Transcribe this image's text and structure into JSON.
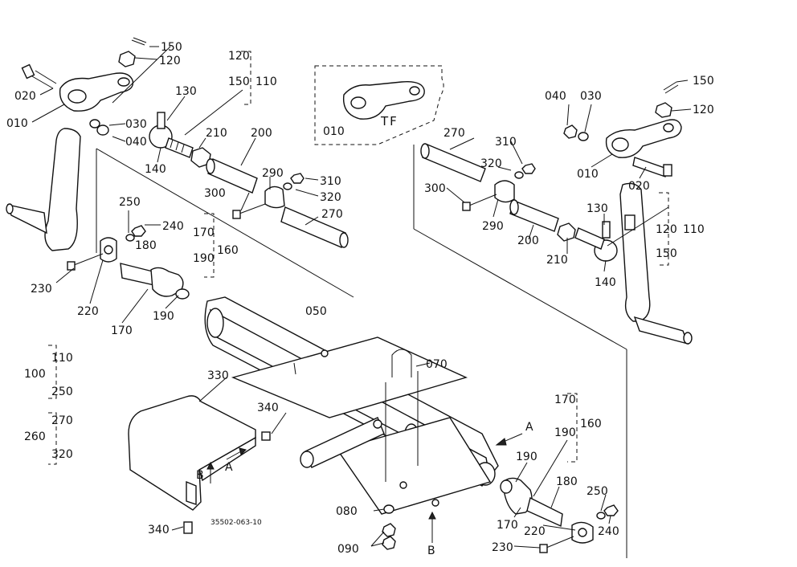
{
  "drawing_code": "35502-063-10",
  "variant_label": "TF",
  "view_markers": {
    "a": "A",
    "b": "B"
  },
  "callouts": {
    "c010": "010",
    "c020": "020",
    "c030": "030",
    "c040": "040",
    "c050": "050",
    "c070": "070",
    "c080": "080",
    "c090": "090",
    "c100": "100",
    "c110": "110",
    "c120": "120",
    "c130": "130",
    "c140": "140",
    "c150": "150",
    "c160": "160",
    "c170": "170",
    "c180": "180",
    "c190": "190",
    "c200": "200",
    "c210": "210",
    "c220": "220",
    "c230": "230",
    "c240": "240",
    "c250": "250",
    "c260": "260",
    "c270": "270",
    "c290": "290",
    "c300": "300",
    "c310": "310",
    "c320": "320",
    "c330": "330",
    "c340": "340"
  }
}
